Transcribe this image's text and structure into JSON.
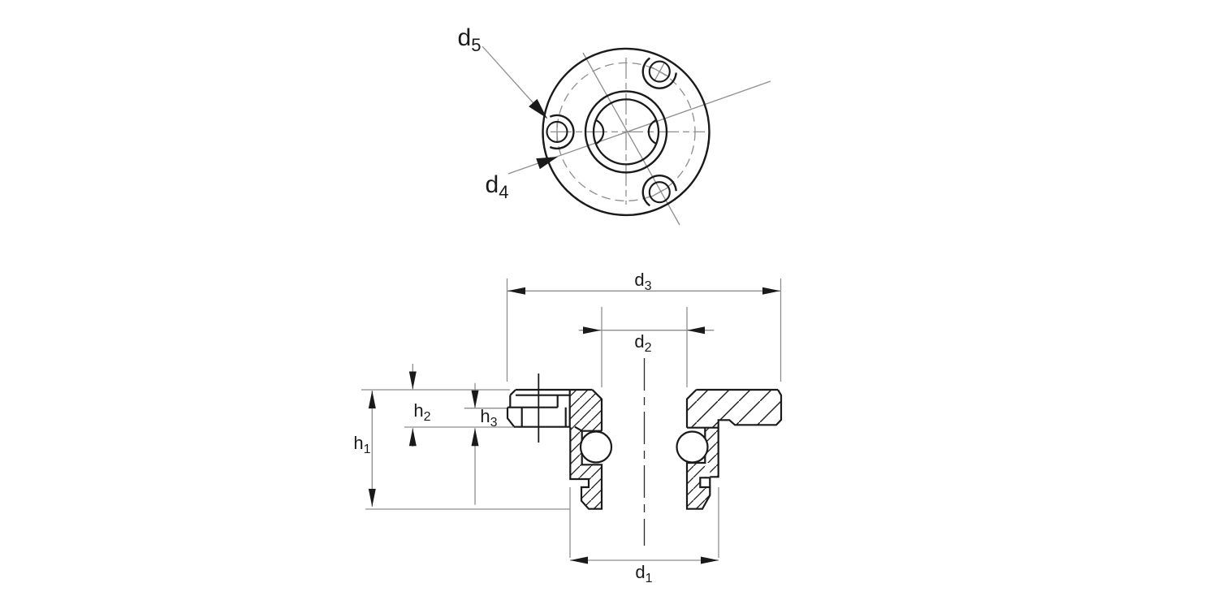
{
  "drawing": {
    "title": "flanged-bushing-two-view-drawing",
    "colors": {
      "background": "#ffffff",
      "part_line": "#1a1a1a",
      "dimension_line": "#8e8e8e"
    },
    "labels": {
      "d1": {
        "base": "d",
        "sub": "1"
      },
      "d2": {
        "base": "d",
        "sub": "2"
      },
      "d3": {
        "base": "d",
        "sub": "3"
      },
      "d4": {
        "base": "d",
        "sub": "4"
      },
      "d5": {
        "base": "d",
        "sub": "5"
      },
      "h1": {
        "base": "h",
        "sub": "1"
      },
      "h2": {
        "base": "h",
        "sub": "2"
      },
      "h3": {
        "base": "h",
        "sub": "3"
      }
    }
  }
}
